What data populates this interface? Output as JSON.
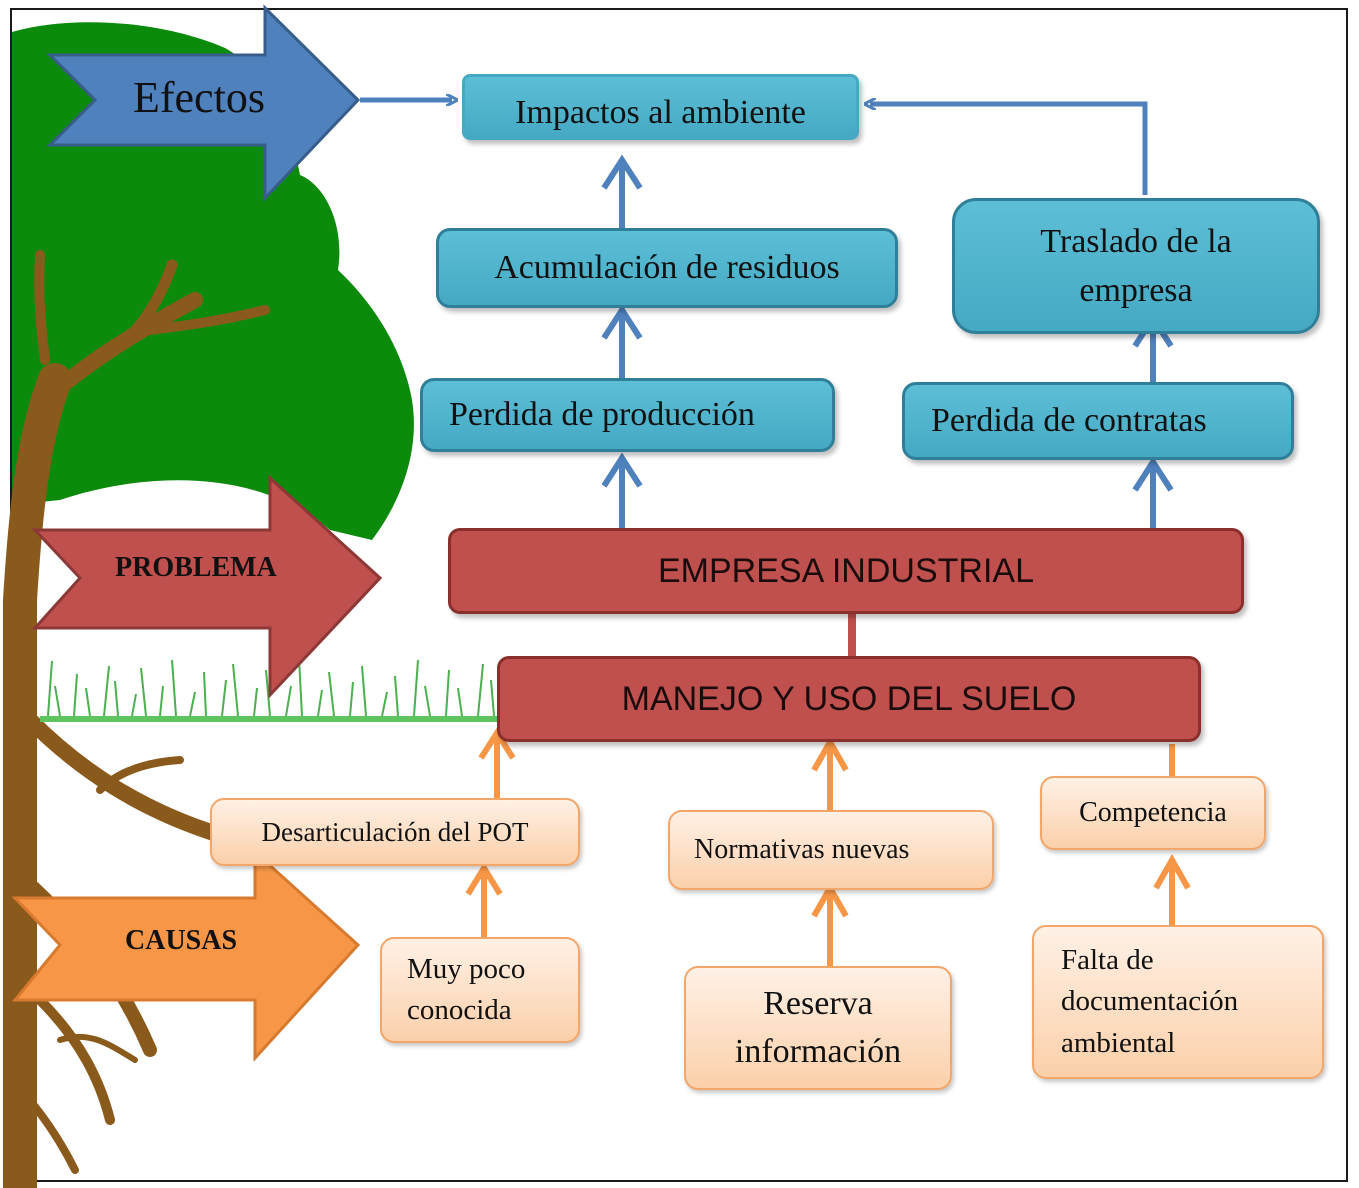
{
  "labels": {
    "efectos": "Efectos",
    "problema": "PROBLEMA",
    "causas": "CAUSAS"
  },
  "effects": {
    "impactos": "Impactos  al ambiente",
    "acumulacion": "Acumulación de residuos",
    "traslado": "Traslado  de la empresa",
    "perdida_produccion": "Perdida de producción",
    "perdida_contratas": "Perdida de contratas"
  },
  "problems": {
    "empresa": "EMPRESA INDUSTRIAL",
    "manejo": "MANEJO Y USO DEL SUELO"
  },
  "causes": {
    "desarticulacion": "Desarticulación del POT",
    "normativas": "Normativas nuevas",
    "competencia": "Competencia",
    "muy_poco": "Muy poco conocida",
    "reserva": "Reserva información",
    "falta": "Falta de documentación ambiental"
  },
  "colors": {
    "effects_arrow": "#4f81bd",
    "problem": "#c0504d",
    "causes_arrow": "#f79646",
    "effect_box": "#4bacc6",
    "tree": "#0c8a0c",
    "trunk": "#8a5a1c"
  }
}
